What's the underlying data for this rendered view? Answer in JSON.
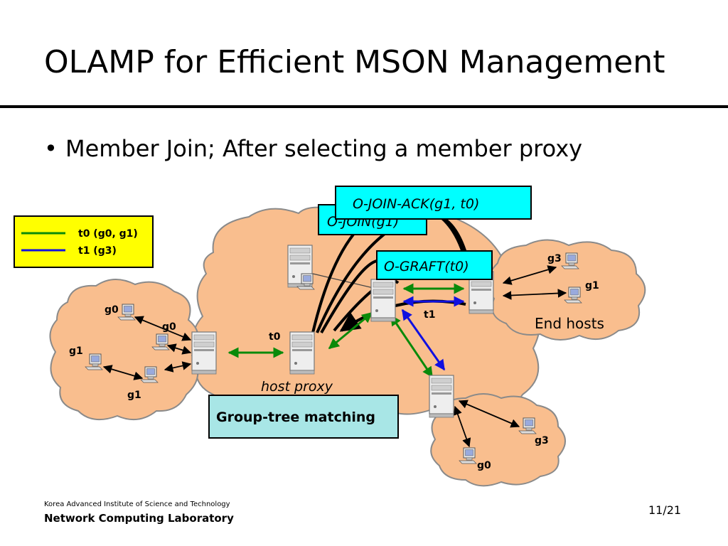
{
  "slide": {
    "title": "OLAMP for Efficient MSON Management",
    "bullet": "Member Join; After selecting a member proxy"
  },
  "legend": {
    "items": [
      {
        "label": "t0 (g0, g1)",
        "color": "#0a8a0a"
      },
      {
        "label": "t1 (g3)",
        "color": "#1010e0"
      }
    ],
    "background": "#ffff00"
  },
  "messages": {
    "join_ack": "O-JOIN-ACK(g1, t0)",
    "join": "O-JOIN(g1)",
    "graft": "O-GRAFT(t0)"
  },
  "labels": {
    "group_tree_matching": "Group-tree matching",
    "host_proxy": "host proxy",
    "end_hosts": "End hosts",
    "t0": "t0",
    "t1": "t1"
  },
  "hosts": {
    "left": [
      "g0",
      "g0",
      "g1",
      "g1"
    ],
    "right": [
      "g3",
      "g1"
    ],
    "bottom": [
      "g3",
      "g0"
    ]
  },
  "colors": {
    "cloud_fill": "#f9be8e",
    "cloud_stroke": "#8a8a8a",
    "box_fill": "#00ffff",
    "tree_box_fill": "#a8e6e6",
    "green": "#0a8a0a",
    "blue": "#1010e0"
  },
  "footer": {
    "org": "Korea Advanced Institute of Science and Technology",
    "lab": "Network Computing Laboratory",
    "page": "11/21"
  }
}
